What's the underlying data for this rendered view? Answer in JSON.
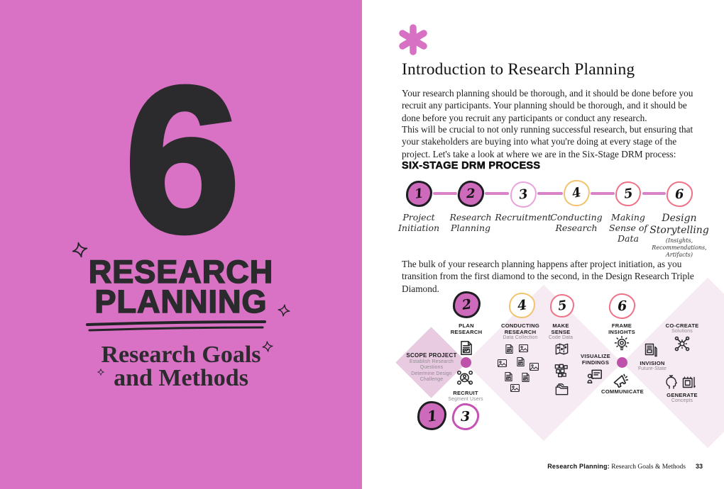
{
  "colors": {
    "cover_pink": "#D972C4",
    "accent_asterisk_pink": "#D671C4",
    "filled_circle_pink": "#CE6ABB",
    "diamond_vertex_dot": "#BE52AB",
    "stage3_outline": "#E9A3DB",
    "stage4_outline": "#F2C36E",
    "stage56_outline": "#EF7287",
    "diagram_circle3_outline": "#C653B4",
    "first_diamond_fill": "#E8CBE1",
    "light_diamond_fill": "#F6EAF3",
    "ink": "#2b2b2e"
  },
  "cover": {
    "chapter_number": "6",
    "title_line1": "RESEARCH",
    "title_line2": "PLANNING",
    "subtitle_line1": "Research Goals",
    "subtitle_line2": "and Methods"
  },
  "article": {
    "heading": "Introduction to Research Planning",
    "para1": "Your research planning should be thorough, and it should be done before you recruit any participants. Your planning should be thorough, and it should be done before you recruit any participants or conduct any research.",
    "para2": "This will be crucial to not only running successful research, but ensuring that your stakeholders are buying into what you're doing at every stage of the project. Let's take a look at where we are in the Six-Stage DRM process:",
    "process_heading": "SIX-STAGE DRM PROCESS",
    "para3": "The bulk of your research planning happens after project initiation, as you transition from the first diamond to the second, in the Design Research Triple Diamond."
  },
  "stages": [
    {
      "number": "1",
      "label": "Project\nInitiation"
    },
    {
      "number": "2",
      "label": "Research\nPlanning"
    },
    {
      "number": "3",
      "label": "Recruitment"
    },
    {
      "number": "4",
      "label": "Conducting\nResearch"
    },
    {
      "number": "5",
      "label": "Making\nSense of\nData"
    },
    {
      "number": "6",
      "label": "Design\nStorytelling",
      "note": "(Insights,\nRecommendations,\nArtifacts)"
    }
  ],
  "diagram": {
    "scope": {
      "title": "SCOPE PROJECT",
      "sub": "Establish Research\nQuestions\nDetermine Design\nChallenge"
    },
    "plan": {
      "number": "2",
      "title": "PLAN\nRESEARCH"
    },
    "recruit": {
      "title": "RECRUIT",
      "sub": "Segment Users"
    },
    "bottom_numbers": [
      "1",
      "3"
    ],
    "conducting": {
      "number": "4",
      "title": "CONDUCTING\nRESEARCH",
      "sub": "Data Collection"
    },
    "make_sense": {
      "number": "5",
      "title": "MAKE\nSENSE",
      "sub": "Code Data"
    },
    "visualize": {
      "title": "VISUALIZE\nFINDINGS"
    },
    "frame": {
      "number": "6",
      "title": "FRAME\nINSIGHTS"
    },
    "communicate": {
      "title": "COMMUNICATE"
    },
    "invision": {
      "title": "INVISION",
      "sub": "Future-State"
    },
    "cocreate": {
      "title": "CO-CREATE",
      "sub": "Solutions"
    },
    "generate": {
      "title": "GENERATE",
      "sub": "Concepts"
    }
  },
  "footer": {
    "label_bold": "Research Planning:",
    "label_serif": " Research Goals & Methods",
    "page": "33"
  }
}
